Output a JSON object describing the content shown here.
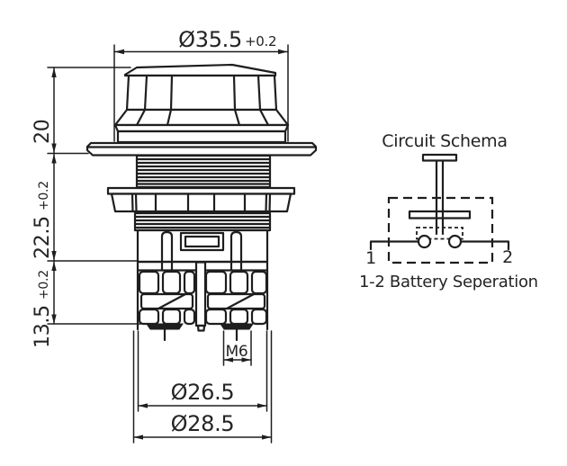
{
  "document_type": "technical-drawing",
  "colors": {
    "background": "#ffffff",
    "line": "#1e1e1e",
    "text": "#242424",
    "washer_fill": "#1e1e1e"
  },
  "part_drawing": {
    "dim_top_diameter": {
      "value": "Ø35.5",
      "tolerance": "+0.2"
    },
    "dim_knob_height": {
      "value": "20"
    },
    "dim_upper_height": {
      "value": "22.5",
      "tolerance": "+0.2"
    },
    "dim_lower_height": {
      "value": "13.5",
      "tolerance": "+0.2"
    },
    "dim_screw_thread": {
      "value": "M6"
    },
    "dim_body_diameter": {
      "value": "Ø26.5"
    },
    "dim_flange_diameter": {
      "value": "Ø28.5"
    }
  },
  "circuit_schema": {
    "title": "Circuit Schema",
    "terminal_1": "1",
    "terminal_2": "2",
    "caption": "1-2 Battery Seperation"
  }
}
